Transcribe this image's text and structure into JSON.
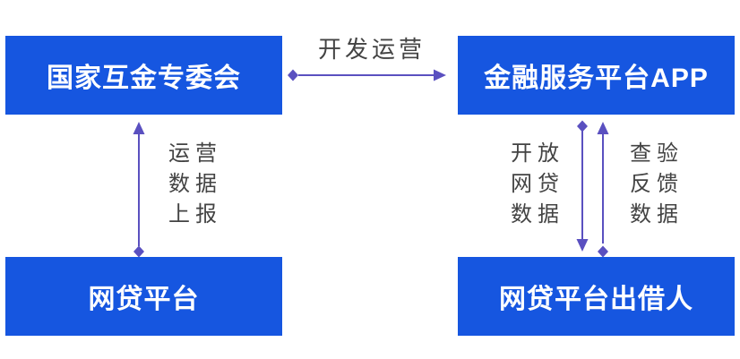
{
  "diagram": {
    "nodes": {
      "committee": {
        "label": "国家互金专委会"
      },
      "app": {
        "label": "金融服务平台APP"
      },
      "platform": {
        "label": "网贷平台"
      },
      "lender": {
        "label": "网贷平台出借人"
      }
    },
    "edges": {
      "dev_ops": {
        "label": "开发运营",
        "from": "committee",
        "to": "app",
        "direction": "right"
      },
      "report": {
        "label": "运营\n数据\n上报",
        "from": "platform",
        "to": "committee",
        "direction": "up"
      },
      "open_data": {
        "label": "开放\n网贷\n数据",
        "from": "app",
        "to": "lender",
        "direction": "down"
      },
      "verify_feedback": {
        "label": "查验\n反馈\n数据",
        "from": "lender",
        "to": "app",
        "direction": "up"
      }
    },
    "colors": {
      "node_bg": "#1656E0",
      "node_text": "#FFFFFF",
      "arrow": "#5A50C0",
      "edge_label": "#434343",
      "background": "#FFFFFF"
    }
  }
}
